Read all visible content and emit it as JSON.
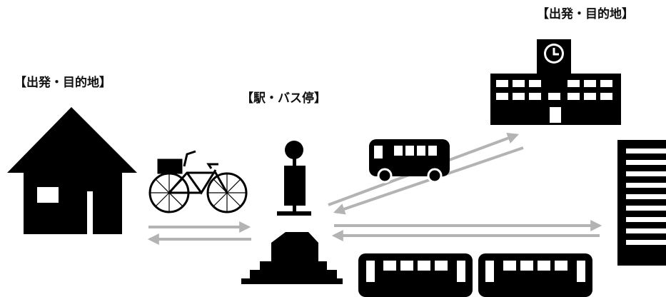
{
  "labels": {
    "origin_destination_left": "【出発・目的地】",
    "station_bus_stop": "【駅・バス停】",
    "origin_destination_right": "【出発・目的地】"
  },
  "colors": {
    "icon": "#000000",
    "arrow": "#b3b3b3",
    "background": "#ffffff"
  },
  "icons": [
    "house-icon",
    "bicycle-icon",
    "bus-stop-icon",
    "station-icon",
    "bus-icon",
    "school-icon",
    "train-icon",
    "building-icon"
  ]
}
